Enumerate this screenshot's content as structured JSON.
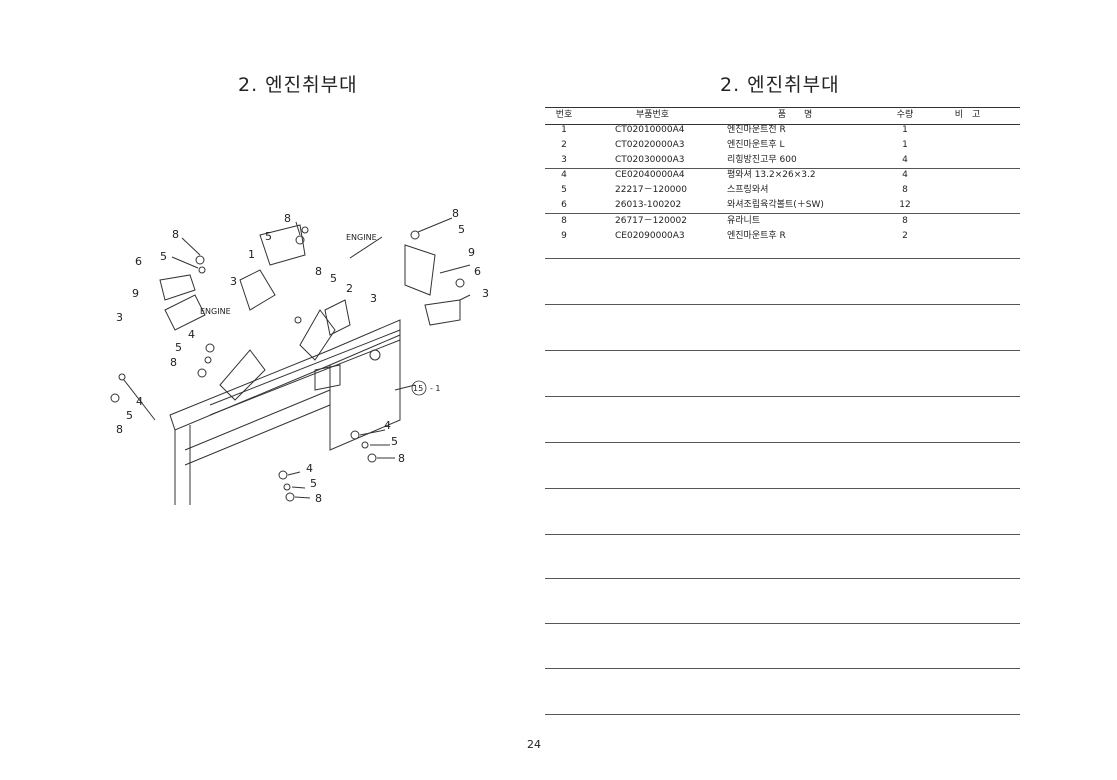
{
  "titles": {
    "left": "2. 엔진취부대",
    "right": "2. 엔진취부대"
  },
  "diagram": {
    "callouts": [
      "8",
      "5",
      "6",
      "9",
      "3",
      "ENGINE",
      "4",
      "5",
      "8",
      "4",
      "5",
      "8",
      "8",
      "5",
      "1",
      "3",
      "8",
      "5",
      "2",
      "3",
      "ENGINE",
      "8",
      "5",
      "9",
      "6",
      "3",
      "15",
      "- 1",
      "4",
      "5",
      "8",
      "4",
      "5",
      "8"
    ]
  },
  "table": {
    "headers": {
      "no": "번호",
      "part_no": "부품번호",
      "name": "품　　명",
      "qty": "수량",
      "remarks": "비　고"
    },
    "rows": [
      {
        "no": "1",
        "part_no": "CT02010000A4",
        "name": "엔진마운트전 R",
        "qty": "1"
      },
      {
        "no": "2",
        "part_no": "CT02020000A3",
        "name": "엔진마운트후 L",
        "qty": "1"
      },
      {
        "no": "3",
        "part_no": "CT02030000A3",
        "name": "리힝방진고무 600",
        "qty": "4"
      },
      {
        "no": "4",
        "part_no": "CE02040000A4",
        "name": "평와셔 13.2×26×3.2",
        "qty": "4"
      },
      {
        "no": "5",
        "part_no": "22217－120000",
        "name": "스프링와셔",
        "qty": "8"
      },
      {
        "no": "6",
        "part_no": "26013-100202",
        "name": "와셔조립육각볼트(＋SW)",
        "qty": "12"
      },
      {
        "no": "8",
        "part_no": "26717－120002",
        "name": "유라니트",
        "qty": "8"
      },
      {
        "no": "9",
        "part_no": "CE02090000A3",
        "name": "엔진마운트후 R",
        "qty": "2"
      }
    ]
  },
  "page_number": "24"
}
